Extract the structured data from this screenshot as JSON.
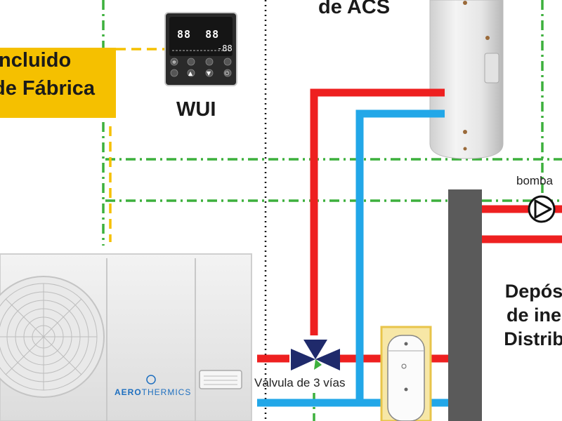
{
  "labels": {
    "included_line1": "Incluido",
    "included_line2": "de Fábrica",
    "wui": "WUI",
    "acs": "de ACS",
    "pump": "bomba",
    "valve": "Válvula de 3 vías",
    "tank_line1": "Depós",
    "tank_line2": "de ine",
    "tank_line3": "Distrib",
    "brand_bold": "AERO",
    "brand_light": "THERMICS"
  },
  "controller_display": {
    "digits_left": "88",
    "digits_right": "88",
    "digits_small": "-88"
  },
  "icons": [
    "snowflake-icon",
    "up-arrow-icon",
    "down-arrow-icon",
    "power-icon"
  ],
  "colors": {
    "hot_pipe": "#ee2020",
    "cold_pipe": "#22a7e8",
    "included_box": "#f5c000",
    "green_dash": "#3db03d",
    "yellow_dash": "#f5c000",
    "valve": "#1f2a6b",
    "tank_dark": "#5a5a5a"
  }
}
